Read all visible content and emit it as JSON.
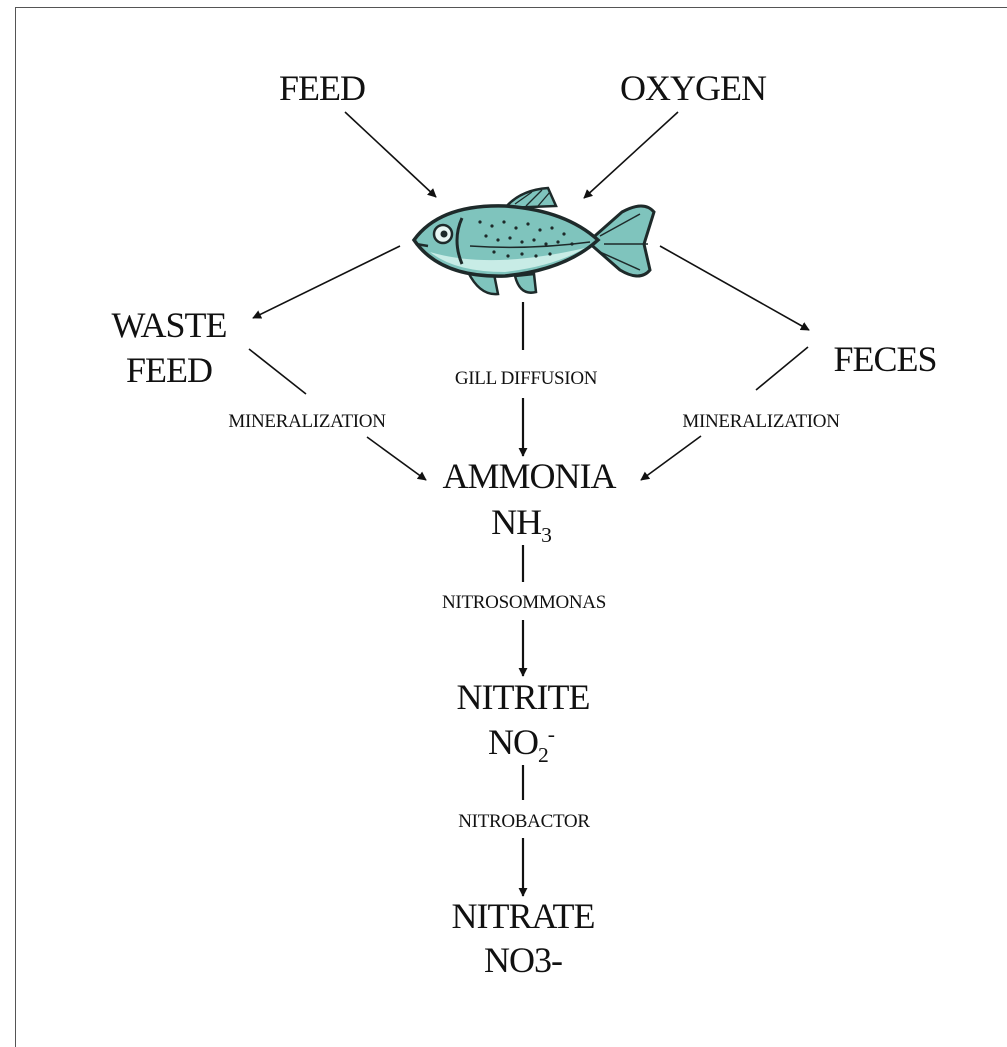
{
  "inputs": {
    "feed": "FEED",
    "oxygen": "OXYGEN"
  },
  "outputs": {
    "waste_feed_line1": "WASTE",
    "waste_feed_line2": "FEED",
    "feces": "FECES"
  },
  "process_labels": {
    "mineralization_left": "MINERALIZATION",
    "gill_diffusion": "GILL DIFFUSION",
    "mineralization_right": "MINERALIZATION",
    "nitrosommonas": "NITROSOMMONAS",
    "nitrobactor": "NITROBACTOR"
  },
  "compounds": {
    "ammonia": {
      "name": "AMMONIA",
      "formula_base": "NH",
      "formula_sub": "3"
    },
    "nitrite": {
      "name": "NITRITE",
      "formula_base": "NO",
      "formula_sub": "2",
      "formula_sup": "-"
    },
    "nitrate": {
      "name": "NITRATE",
      "formula": "NO3-"
    }
  },
  "colors": {
    "fish_body": "#7fc4bd",
    "fish_dark": "#1e2a2a",
    "ink": "#111111"
  }
}
